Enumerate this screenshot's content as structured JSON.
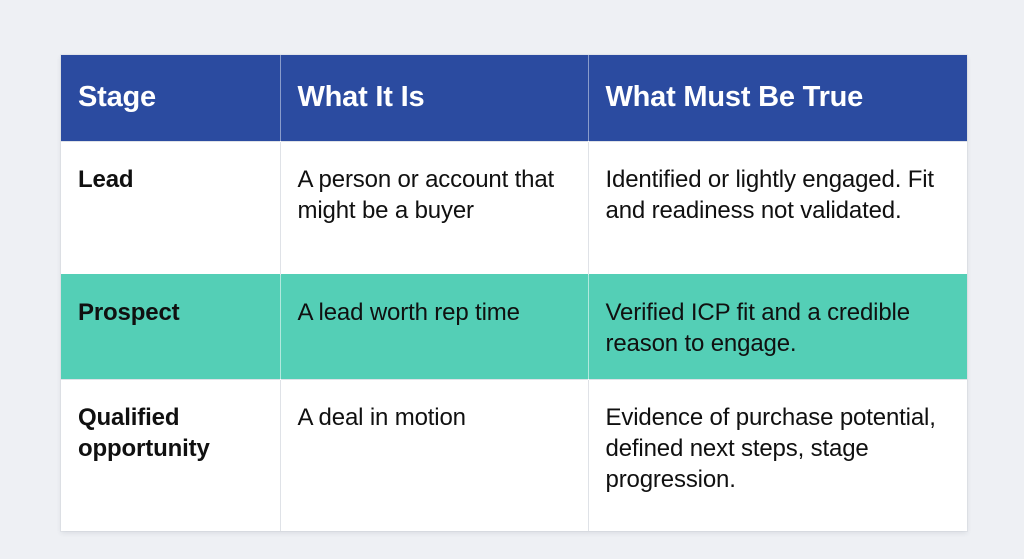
{
  "page": {
    "background_color": "#eef0f4",
    "accent_header_color": "#2b4ba0",
    "highlight_row_color": "#54cfb6",
    "text_color": "#101010",
    "header_text_color": "#ffffff",
    "divider_color": "#dfe2e7"
  },
  "table": {
    "columns": [
      {
        "key": "stage",
        "label": "Stage"
      },
      {
        "key": "what_it_is",
        "label": "What It Is"
      },
      {
        "key": "what_must_be_true",
        "label": "What Must Be True"
      }
    ],
    "rows": [
      {
        "stage": "Lead",
        "what_it_is": "A person or account that might be a buyer",
        "what_must_be_true": "Identified or lightly engaged. Fit and readiness not validated.",
        "highlighted": false
      },
      {
        "stage": "Prospect",
        "what_it_is": "A lead worth rep time",
        "what_must_be_true": "Verified ICP fit and a credible reason to engage.",
        "highlighted": true
      },
      {
        "stage": "Qualified opportunity",
        "what_it_is": "A deal in motion",
        "what_must_be_true": "Evidence of purchase potential, defined next steps, stage progression.",
        "highlighted": false
      }
    ]
  }
}
